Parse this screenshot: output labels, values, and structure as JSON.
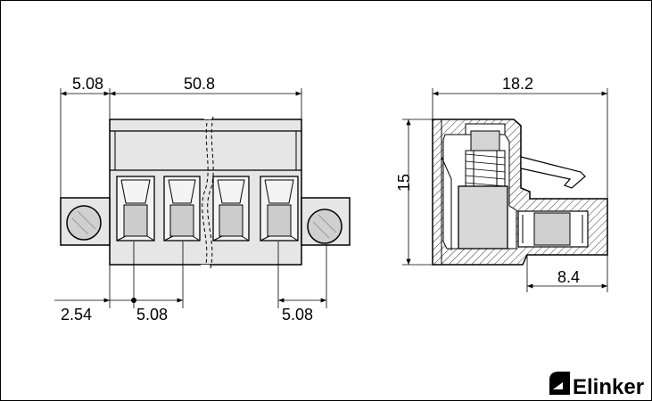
{
  "front_view": {
    "dim_top_pitch": "5.08",
    "dim_top_total": "50.8",
    "dim_bottom_edge": "2.54",
    "dim_bottom_pitch": "5.08",
    "dim_bottom_right": "5.08"
  },
  "side_view": {
    "dim_width": "18.2",
    "dim_height": "15",
    "dim_pin": "8.4"
  },
  "brand": {
    "name": "Elinker"
  }
}
